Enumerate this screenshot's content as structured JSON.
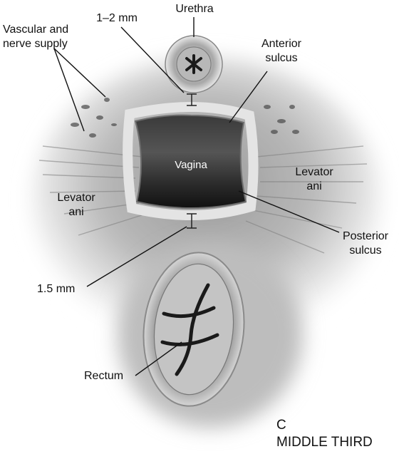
{
  "labels": {
    "urethra": "Urethra",
    "gap_top": "1–2 mm",
    "vascular_line1": "Vascular and",
    "vascular_line2": "nerve supply",
    "anterior_line1": "Anterior",
    "anterior_line2": "sulcus",
    "vagina": "Vagina",
    "levator_left_line1": "Levator",
    "levator_left_line2": "ani",
    "levator_right_line1": "Levator",
    "levator_right_line2": "ani",
    "posterior_line1": "Posterior",
    "posterior_line2": "sulcus",
    "gap_bottom": "1.5 mm",
    "rectum": "Rectum"
  },
  "panel": {
    "letter": "C",
    "title": "MIDDLE THIRD"
  }
}
